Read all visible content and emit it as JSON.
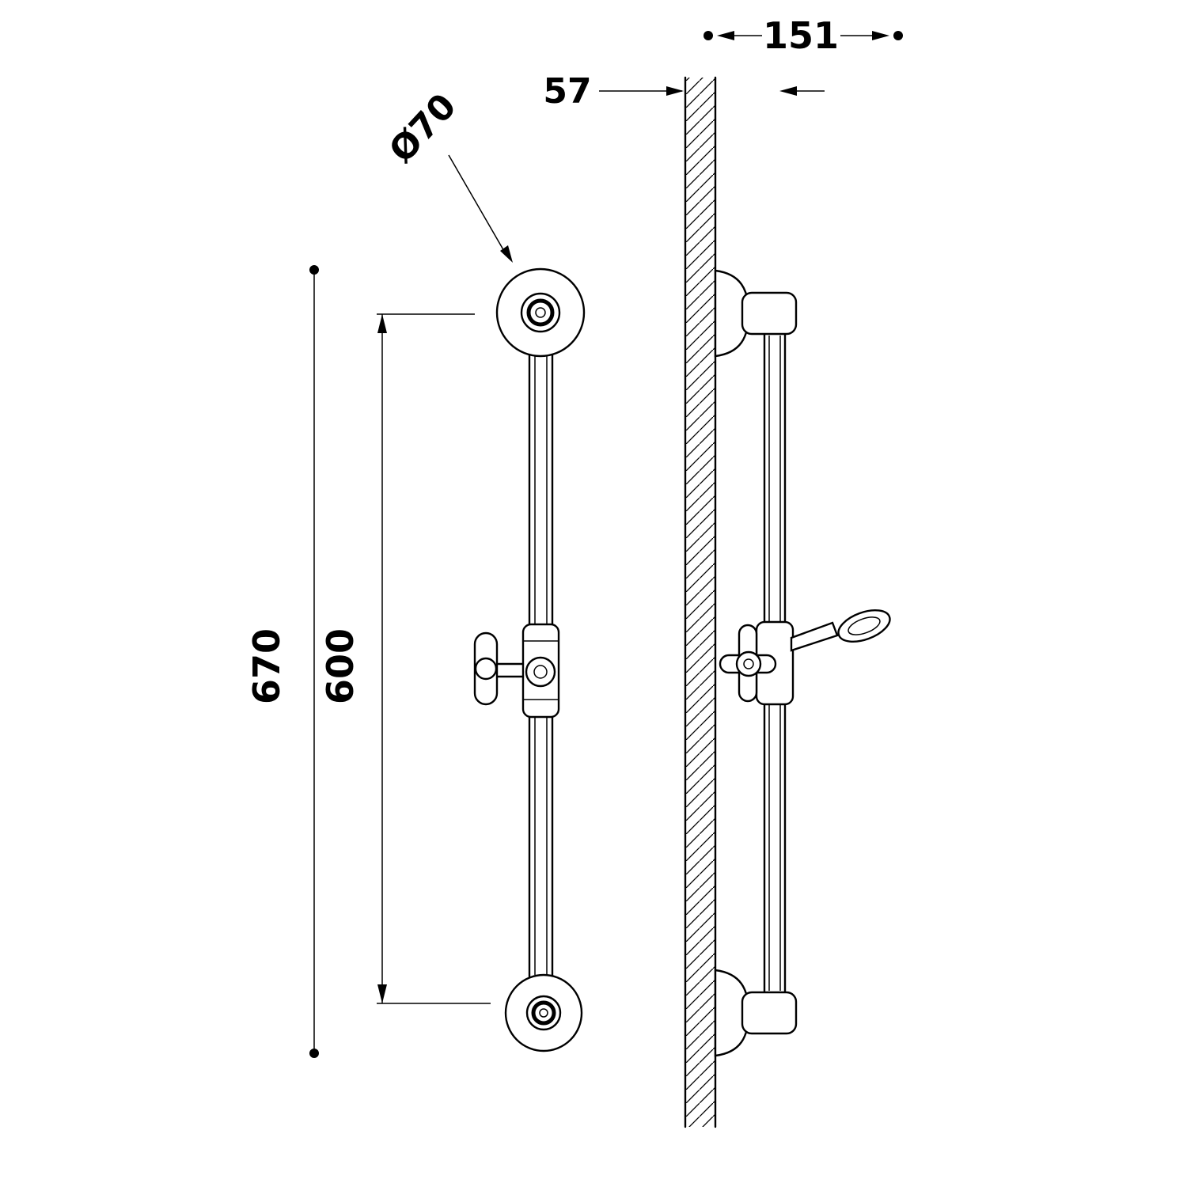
{
  "drawing": {
    "type": "technical-dimension-drawing",
    "subject": "shower slide rail - front and side elevation",
    "labels": {
      "overall_length": "670",
      "mounting_distance": "600",
      "flange_diameter": "Ø70",
      "wall_offset": "57",
      "projection": "151"
    },
    "colors": {
      "line": "#000000",
      "background": "#ffffff"
    }
  }
}
